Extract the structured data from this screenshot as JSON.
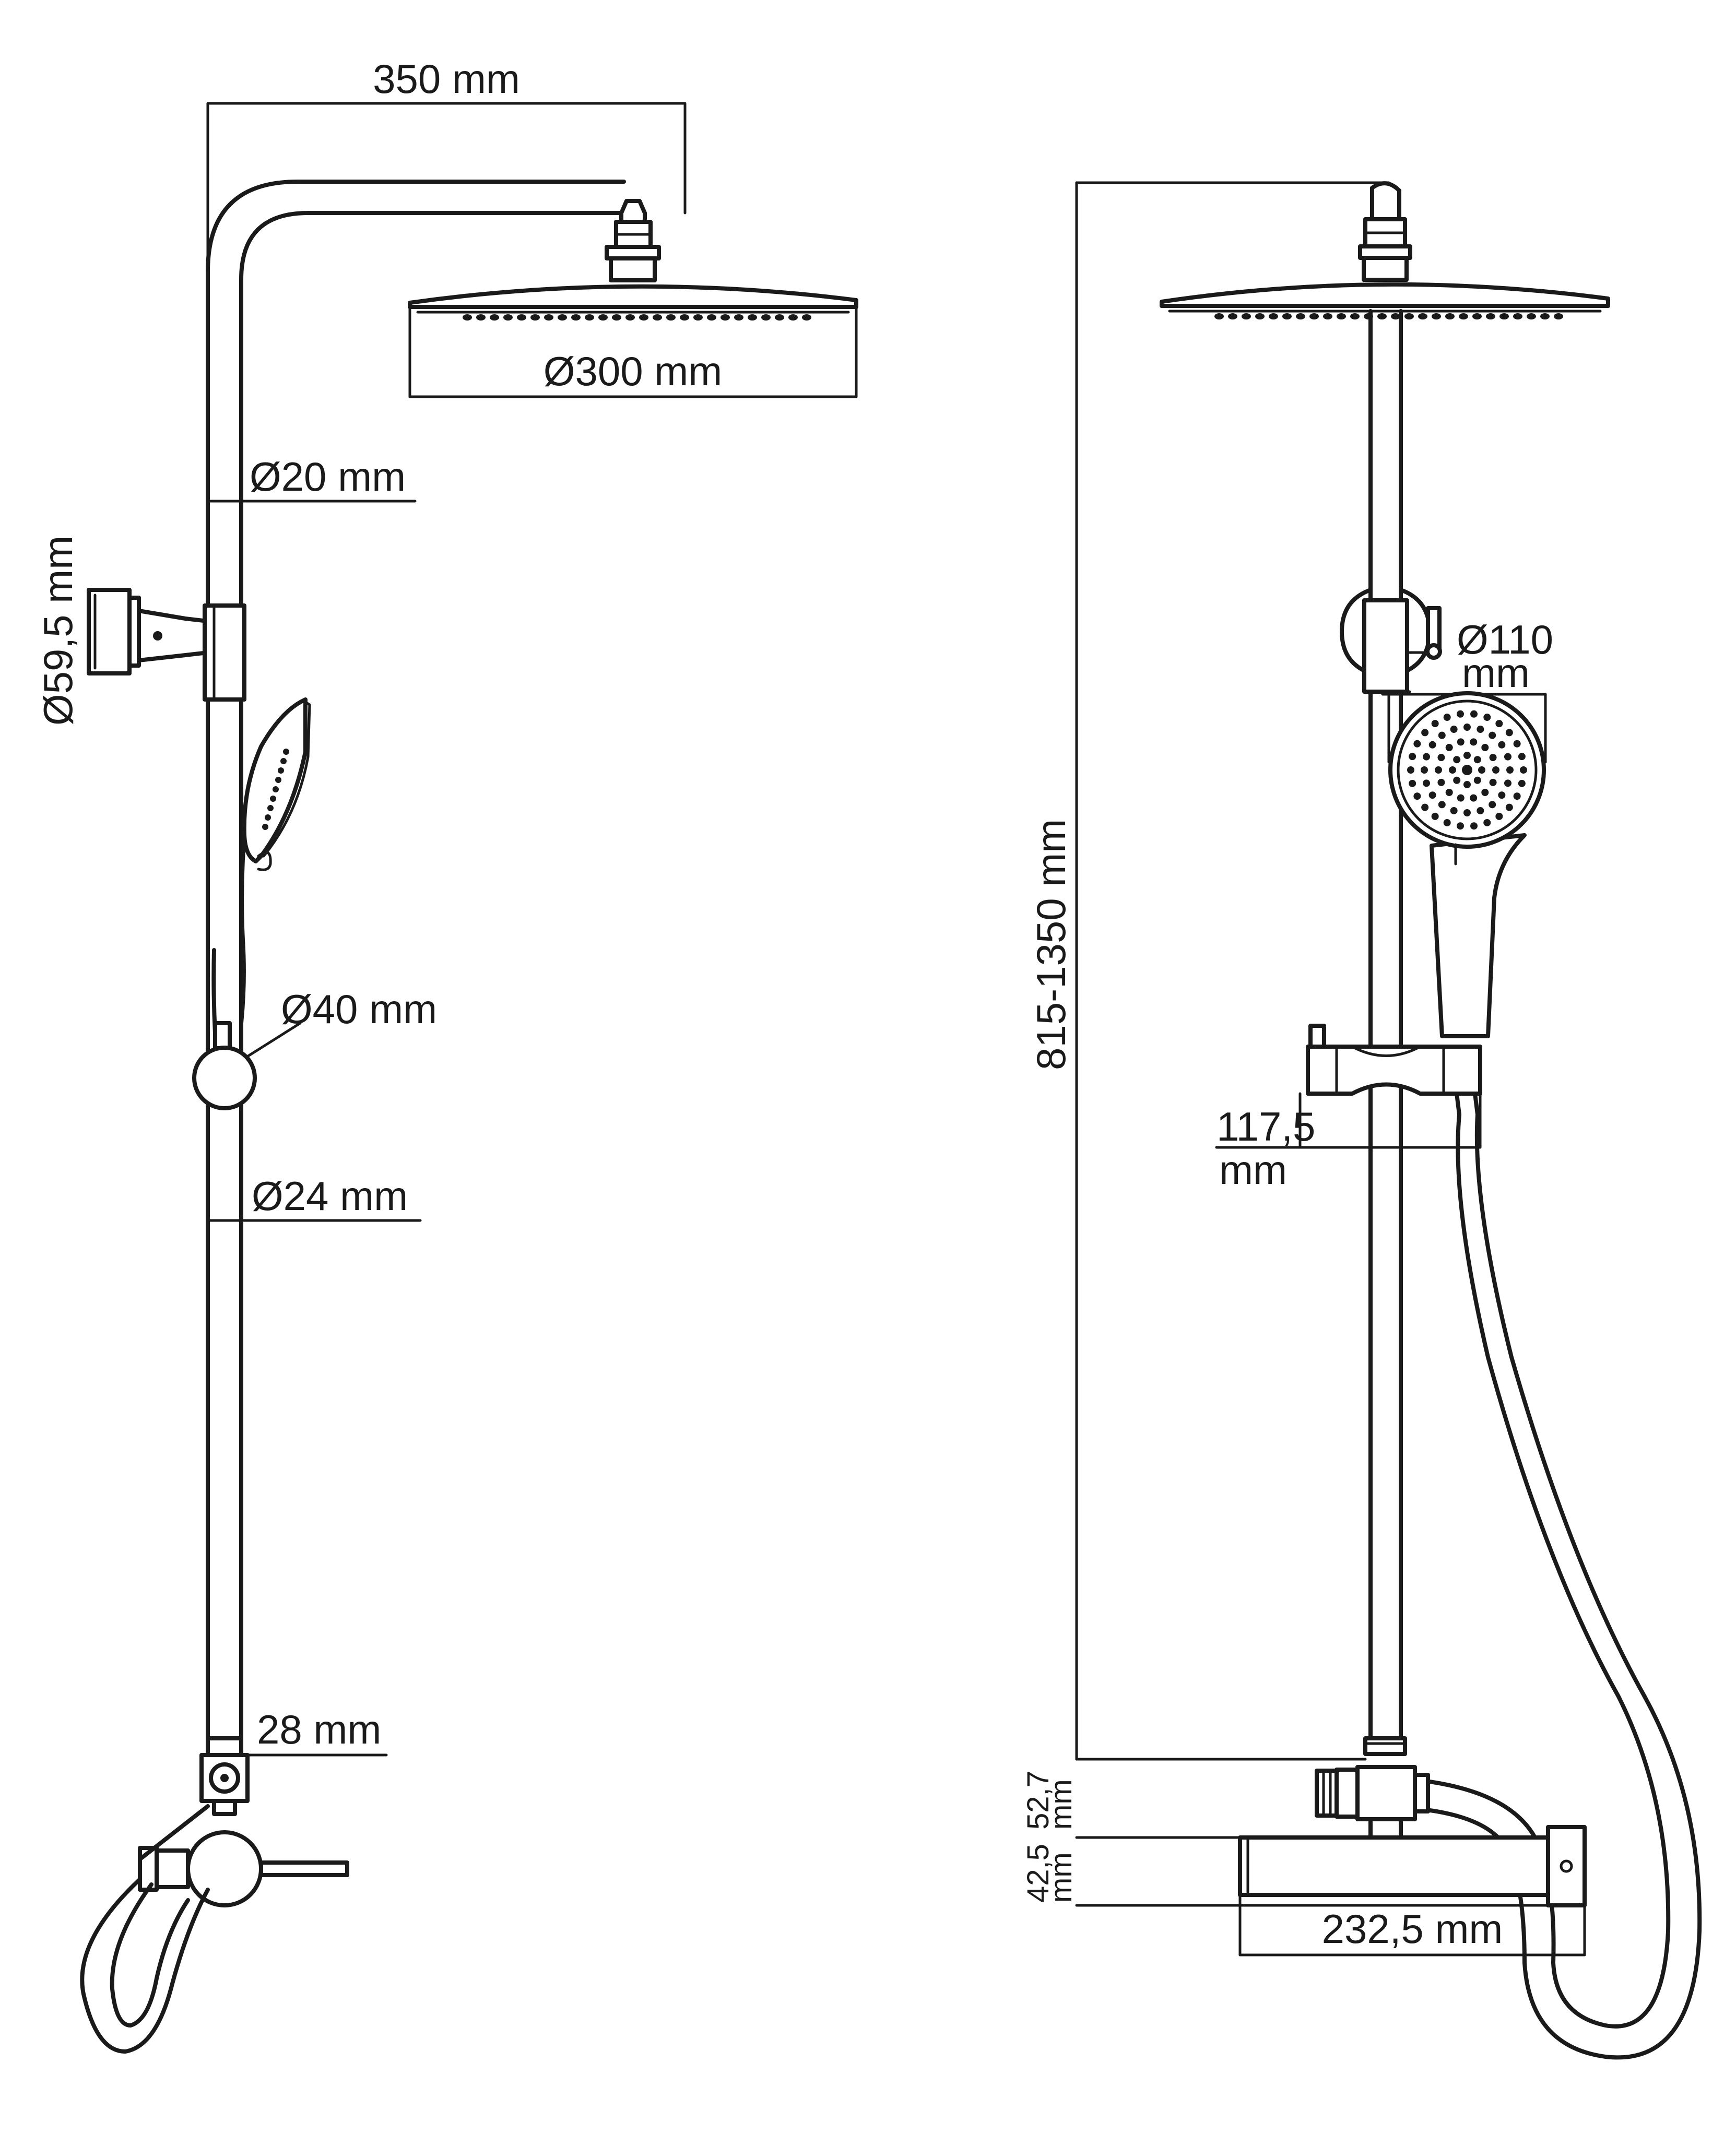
{
  "side_view": {
    "labels": {
      "arm_length": "350 mm",
      "head_diameter": "Ø300 mm",
      "upper_pipe_diameter": "Ø20 mm",
      "bracket_diameter": "Ø59,5 mm",
      "slider_knob_diameter": "Ø40 mm",
      "lower_pipe_diameter": "Ø24 mm",
      "connector_height": "28 mm"
    }
  },
  "front_view": {
    "labels": {
      "height_range": "815-1350 mm",
      "hand_shower_diameter_value": "Ø110",
      "hand_shower_diameter_unit": "mm",
      "holder_width_value": "117,5",
      "holder_width_unit": "mm",
      "upper_block_height_value": "52,7",
      "upper_block_height_unit": "mm",
      "lower_block_height_value": "42,5",
      "lower_block_height_unit": "mm",
      "mixer_width": "232,5 mm"
    }
  }
}
